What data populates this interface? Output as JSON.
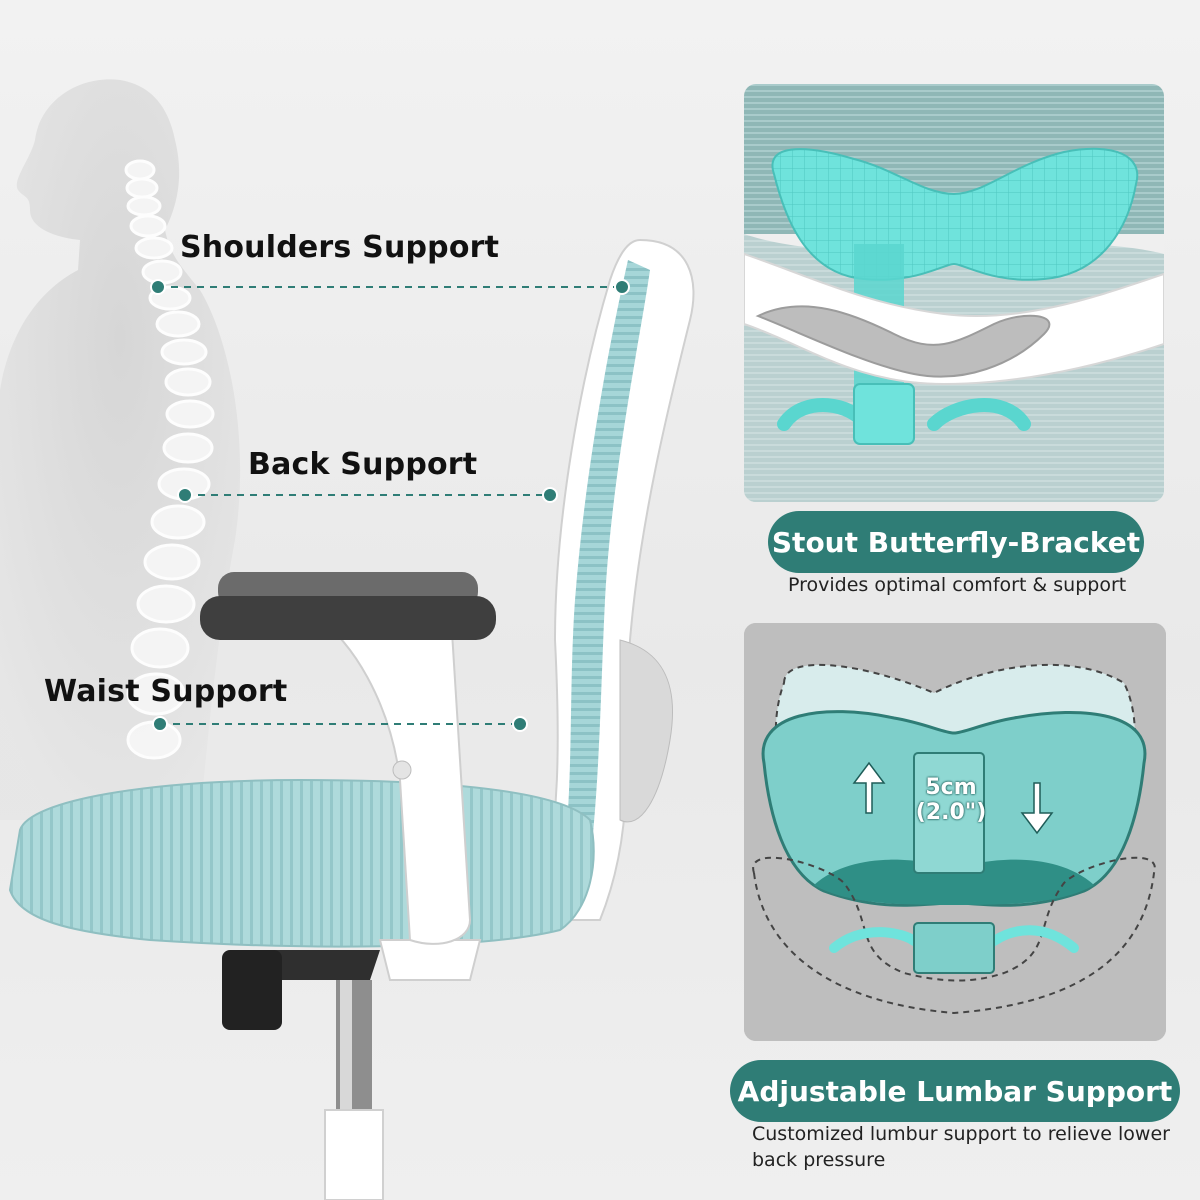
{
  "labels": {
    "shoulders": "Shoulders Support",
    "back": "Back Support",
    "waist": "Waist Support"
  },
  "top_panel": {
    "title": "Stout Butterfly-Bracket",
    "caption": "Provides optimal comfort & support"
  },
  "bottom_panel": {
    "title": "Adjustable Lumbar Support",
    "caption": "Customized lumbur support to relieve lower back pressure",
    "measure_cm": "5cm",
    "measure_in": "(2.0\")"
  },
  "colors": {
    "accent": "#2f7d76",
    "mesh": "#9fd1d3",
    "bracket": "#66e0da"
  }
}
